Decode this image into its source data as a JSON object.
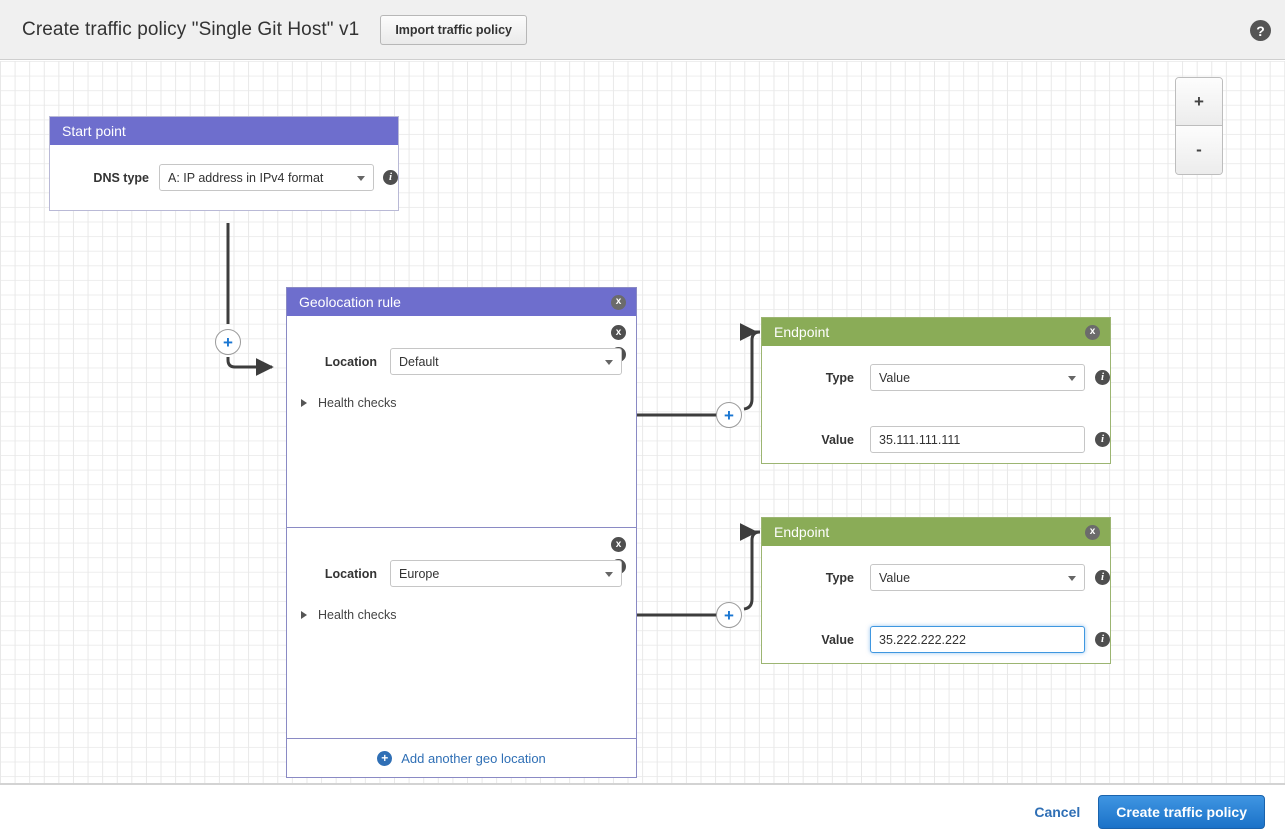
{
  "header": {
    "title": "Create traffic policy \"Single Git Host\" v1",
    "import_button": "Import traffic policy",
    "help_icon": "?"
  },
  "canvas": {
    "zoom_in": "+",
    "zoom_out": "-"
  },
  "start_point": {
    "title": "Start point",
    "dns_type_label": "DNS type",
    "dns_type_value": "A: IP address in IPv4 format",
    "info_icon": "i"
  },
  "geolocation_rule": {
    "title": "Geolocation rule",
    "close_icon": "x",
    "info_icon": "i",
    "locations": [
      {
        "label": "Location",
        "value": "Default",
        "health_checks_label": "Health checks"
      },
      {
        "label": "Location",
        "value": "Europe",
        "health_checks_label": "Health checks"
      }
    ],
    "add_location_label": "Add another geo location",
    "add_location_icon": "+"
  },
  "endpoints": [
    {
      "title": "Endpoint",
      "type_label": "Type",
      "type_value": "Value",
      "value_label": "Value",
      "value": "35.111.111.111",
      "focused": false
    },
    {
      "title": "Endpoint",
      "type_label": "Type",
      "type_value": "Value",
      "value_label": "Value",
      "value": "35.222.222.222",
      "focused": true
    }
  ],
  "connectors": {
    "node_icon": "+"
  },
  "footer": {
    "cancel_label": "Cancel",
    "create_label": "Create traffic policy"
  },
  "colors": {
    "rule_header": "#6e6ecd",
    "endpoint_header": "#8aac57",
    "accent_blue": "#2f6fb5",
    "focus_blue": "#3f97e0"
  }
}
